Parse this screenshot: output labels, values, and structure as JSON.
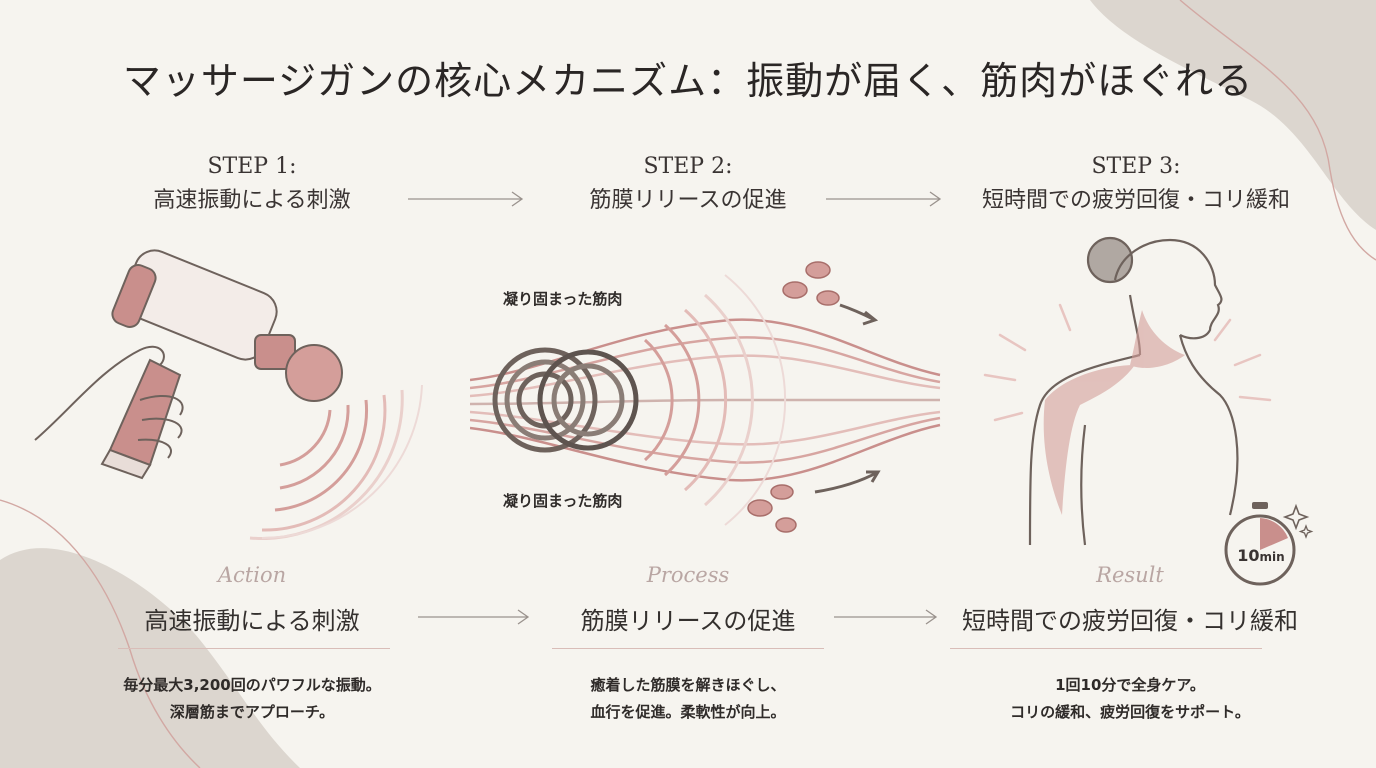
{
  "title": "マッサージガンの核心メカニズム：振動が届く、筋肉がほぐれる",
  "steps": [
    {
      "step_label": "STEP 1:",
      "step_name": "高速振動による刺激",
      "caption": "Action",
      "heading": "高速振動による刺激",
      "desc_line1": "毎分最大3,200回のパワフルな振動。",
      "desc_line2": "深層筋までアプローチ。"
    },
    {
      "step_label": "STEP 2:",
      "step_name": "筋膜リリースの促進",
      "caption": "Process",
      "heading": "筋膜リリースの促進",
      "desc_line1": "癒着した筋膜を解きほぐし、",
      "desc_line2": "血行を促進。柔軟性が向上。"
    },
    {
      "step_label": "STEP 3:",
      "step_name": "短時間での疲労回復・コリ緩和",
      "caption": "Result",
      "heading": "短時間での疲労回復・コリ緩和",
      "desc_line1": "1回10分で全身ケア。",
      "desc_line2": "コリの緩和、疲労回復をサポート。"
    }
  ],
  "muscle_labels": {
    "top": "凝り固まった筋肉",
    "bottom": "凝り固まった筋肉"
  },
  "timer": {
    "value": "10",
    "unit": "min"
  },
  "colors": {
    "background": "#f6f4ef",
    "accent_pink": "#c98f8c",
    "muscle_gray": "#6e625c",
    "blob_gray": "#dcd6cf"
  }
}
